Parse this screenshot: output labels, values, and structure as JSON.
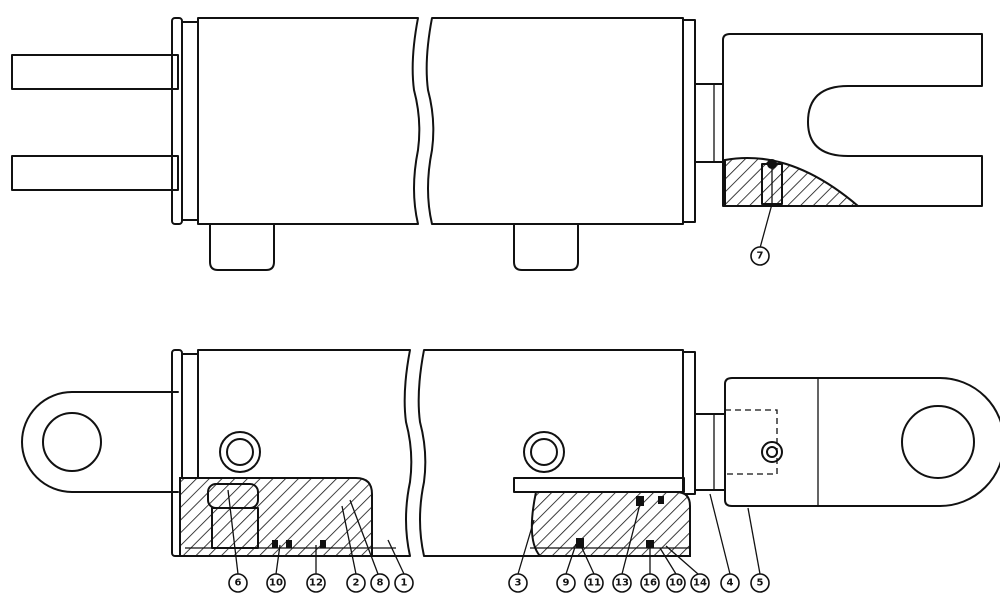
{
  "title": "",
  "views": [
    {
      "name": "top-view",
      "callouts": [
        {
          "id": "7",
          "label": "7"
        }
      ]
    },
    {
      "name": "bottom-view",
      "callouts": [
        {
          "id": "6",
          "label": "6"
        },
        {
          "id": "10a",
          "label": "10"
        },
        {
          "id": "12",
          "label": "12"
        },
        {
          "id": "2",
          "label": "2"
        },
        {
          "id": "8",
          "label": "8"
        },
        {
          "id": "1",
          "label": "1"
        },
        {
          "id": "3",
          "label": "3"
        },
        {
          "id": "9",
          "label": "9"
        },
        {
          "id": "11",
          "label": "11"
        },
        {
          "id": "13",
          "label": "13"
        },
        {
          "id": "16",
          "label": "16"
        },
        {
          "id": "10b",
          "label": "10"
        },
        {
          "id": "14",
          "label": "14"
        },
        {
          "id": "4",
          "label": "4"
        },
        {
          "id": "5",
          "label": "5"
        }
      ]
    }
  ]
}
